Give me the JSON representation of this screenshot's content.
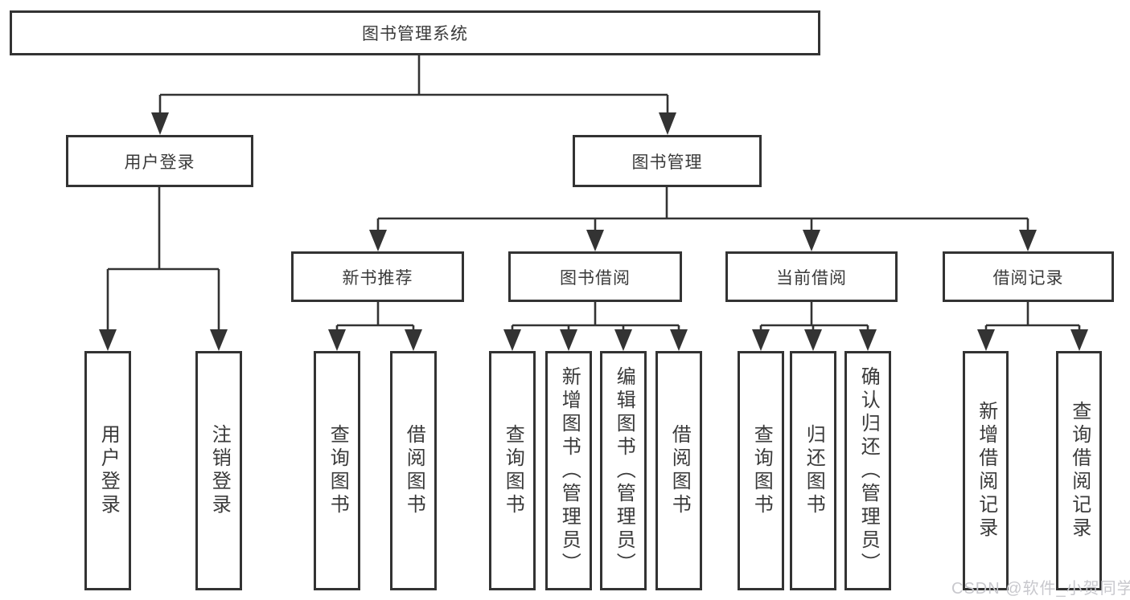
{
  "diagram": {
    "type": "tree",
    "colors": {
      "line": "#333333",
      "text": "#3a3a3a",
      "background": "#ffffff",
      "watermark": "#c8c8cd"
    },
    "tree": {
      "root": "图书管理系统",
      "children": [
        {
          "label": "用户登录",
          "children": [
            "用户登录",
            "注销登录"
          ]
        },
        {
          "label": "图书管理",
          "children": [
            {
              "label": "新书推荐",
              "children": [
                "查询图书",
                "借阅图书"
              ]
            },
            {
              "label": "图书借阅",
              "children": [
                "查询图书",
                "新增图书（管理员）",
                "编辑图书（管理员）",
                "借阅图书"
              ]
            },
            {
              "label": "当前借阅",
              "children": [
                "查询图书",
                "归还图书",
                "确认归还（管理员）"
              ]
            },
            {
              "label": "借阅记录",
              "children": [
                "新增借阅记录",
                "查询借阅记录"
              ]
            }
          ]
        }
      ]
    }
  },
  "watermark": {
    "text": "CSDN @软件_小贺同学",
    "color": "#c8c8cd"
  }
}
